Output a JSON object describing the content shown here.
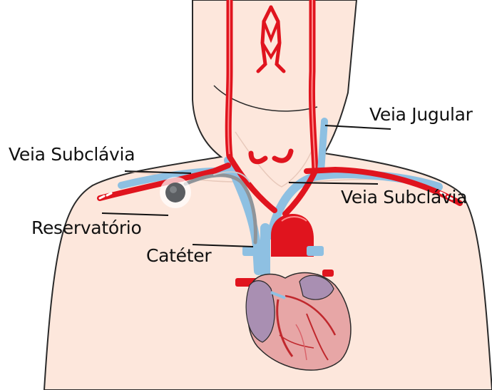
{
  "labels": {
    "jugular": "Veia Jugular",
    "subclavia_left": "Veia Subclávia",
    "subclavia_right": "Veia Subclávia",
    "reservatorio": "Reservatório",
    "cateter": "Catéter"
  },
  "colors": {
    "skin": "#fde7dc",
    "skin_outline": "#2a2a2a",
    "artery": "#e0141e",
    "vein": "#8ec0e2",
    "catheter": "#8f9499",
    "reservoir": "#5b5e62",
    "heart": "#e7a6a6",
    "atrium": "#a98fb2"
  },
  "icons": [
    "port-reservoir-icon",
    "heart-icon"
  ]
}
